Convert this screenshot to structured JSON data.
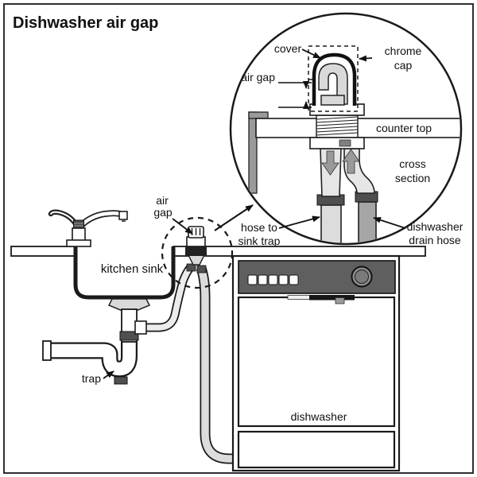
{
  "title": "Dishwasher air gap",
  "colors": {
    "ink": "#1a1a1a",
    "panel_gray": "#5f5f5f",
    "clamp_gray": "#4f4f4f",
    "mid_gray": "#9a9a9a",
    "hose_light": "#dcdcdc",
    "hose_dark": "#a6a6a6",
    "knob_gray": "#8f8f8f",
    "background": "#ffffff"
  },
  "inset": {
    "labels": {
      "cover": "cover",
      "chrome_cap_line1": "chrome",
      "chrome_cap_line2": "cap",
      "air_gap": "air gap",
      "counter_top": "counter top",
      "cross_section_line1": "cross",
      "cross_section_line2": "section",
      "hose_line1": "hose to",
      "hose_line2": "sink trap",
      "drain_line1": "dishwasher",
      "drain_line2": "drain hose"
    }
  },
  "main": {
    "labels": {
      "air_gap_line1": "air",
      "air_gap_line2": "gap",
      "kitchen_sink": "kitchen sink",
      "trap": "trap",
      "dishwasher": "dishwasher"
    }
  }
}
